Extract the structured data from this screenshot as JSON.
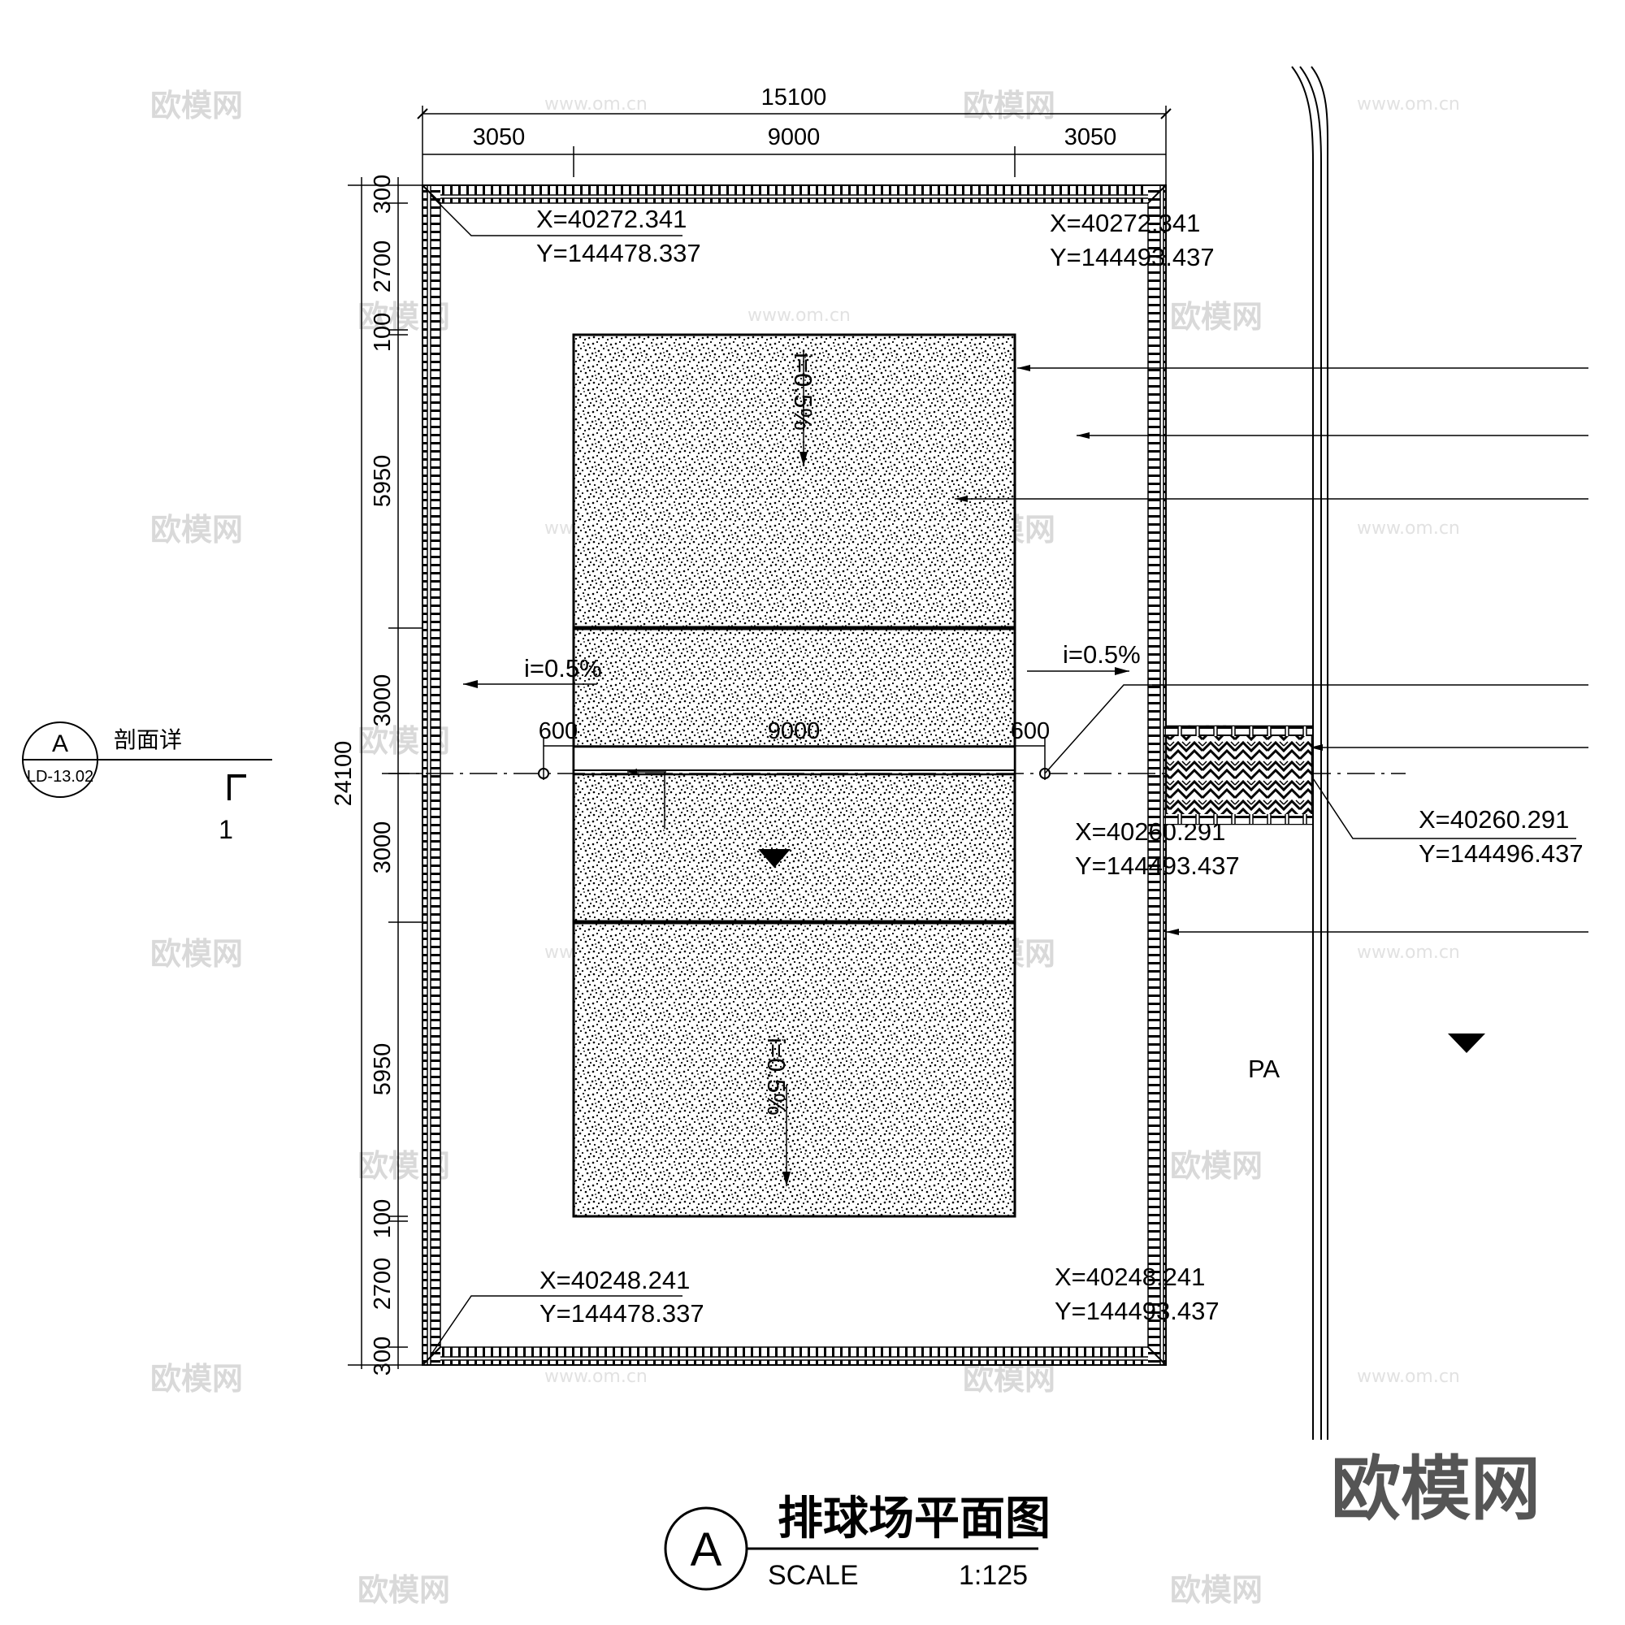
{
  "title": {
    "text": "排球场平面图",
    "scale_label": "SCALE",
    "scale_value": "1:125",
    "tag": "A"
  },
  "section_marker": {
    "letter": "A",
    "sheet": "LD-13.02",
    "label": "剖面详",
    "number": "1"
  },
  "dimensions": {
    "top_total": "15100",
    "top_left": "3050",
    "top_mid": "9000",
    "top_right": "3050",
    "left_total": "24100",
    "left_segments": [
      "300",
      "2700",
      "100",
      "5950",
      "3000",
      "3000",
      "5950",
      "100",
      "2700",
      "300"
    ],
    "net_left": "600",
    "net_width": "9000",
    "net_right": "600"
  },
  "coordinates": {
    "top_left": {
      "x": "X=40272.341",
      "y": "Y=144478.337"
    },
    "top_right": {
      "x": "X=40272.341",
      "y": "Y=144493.437"
    },
    "bottom_left": {
      "x": "X=40248.241",
      "y": "Y=144478.337"
    },
    "bottom_right": {
      "x": "X=40248.241",
      "y": "Y=144493.437"
    },
    "net_right": {
      "x": "X=40260.291",
      "y": "Y=144493.437"
    },
    "entry": {
      "x": "X=40260.291",
      "y": "Y=144496.437"
    }
  },
  "slopes": {
    "left": "i=0.5%",
    "right": "i=0.5%",
    "top": "i=0.5%",
    "bottom": "i=0.5%"
  },
  "area_label": "PA",
  "watermark": {
    "brand": "欧模网",
    "url": "www.om.cn"
  }
}
